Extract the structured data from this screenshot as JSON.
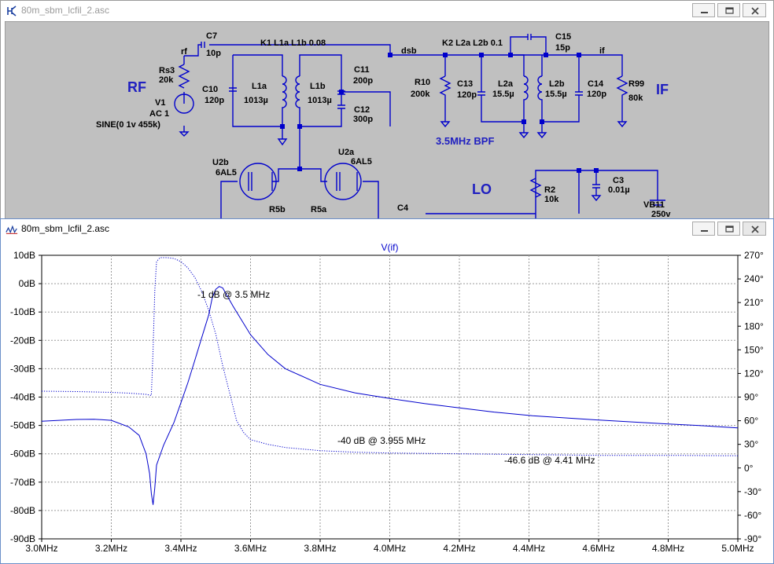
{
  "schematic_window": {
    "title": "80m_sbm_lcfil_2.asc",
    "minimize_icon": "minimize-icon",
    "restore_icon": "restore-icon",
    "close_icon": "close-icon",
    "labels": {
      "rf_big": "RF",
      "if_big": "IF",
      "lo_big": "LO",
      "bpf": "3.5MHz BPF",
      "k1": "K1 L1a L1b 0.08",
      "k2": "K2 L2a L2b 0.1",
      "net_rf": "rf",
      "net_dsb": "dsb",
      "net_if": "if",
      "c7_name": "C7",
      "c7_val": "10p",
      "rs3_name": "Rs3",
      "rs3_val": "20k",
      "v1_name": "V1",
      "v1_val": "AC 1",
      "v1_src": "SINE(0 1v 455k)",
      "c10_name": "C10",
      "c10_val": "120p",
      "l1a_name": "L1a",
      "l1a_val": "1013µ",
      "l1b_name": "L1b",
      "l1b_val": "1013µ",
      "c11_name": "C11",
      "c11_val": "200p",
      "c12_name": "C12",
      "c12_val": "300p",
      "r10_name": "R10",
      "r10_val": "200k",
      "c13_name": "C13",
      "c13_val": "120p",
      "l2a_name": "L2a",
      "l2a_val": "15.5µ",
      "l2b_name": "L2b",
      "l2b_val": "15.5µ",
      "c14_name": "C14",
      "c14_val": "120p",
      "c15_name": "C15",
      "c15_val": "15p",
      "r99_name": "R99",
      "r99_val": "80k",
      "u2b_name": "U2b",
      "u2b_val": "6AL5",
      "u2a_name": "U2a",
      "u2a_val": "6AL5",
      "r5b_name": "R5b",
      "r5a_name": "R5a",
      "c4_name": "C4",
      "r2_name": "R2",
      "r2_val": "10k",
      "c3_name": "C3",
      "c3_val": "0.01µ",
      "vb11_name": "VB11",
      "vb11_val": "250v"
    }
  },
  "plot_window": {
    "title": "80m_sbm_lcfil_2.asc",
    "trace_title": "V(if)",
    "annotations": [
      {
        "text": "-1 dB @ 3.5 MHz"
      },
      {
        "text": "-40 dB @ 3.955 MHz"
      },
      {
        "text": "-46.6 dB @ 4.41 MHz"
      }
    ]
  },
  "chart_data": {
    "type": "line",
    "title": "V(if)",
    "x_ticks": [
      "3.0MHz",
      "3.2MHz",
      "3.4MHz",
      "3.6MHz",
      "3.8MHz",
      "4.0MHz",
      "4.2MHz",
      "4.4MHz",
      "4.6MHz",
      "4.8MHz",
      "5.0MHz"
    ],
    "y_left_ticks": [
      "10dB",
      "0dB",
      "-10dB",
      "-20dB",
      "-30dB",
      "-40dB",
      "-50dB",
      "-60dB",
      "-70dB",
      "-80dB",
      "-90dB"
    ],
    "y_right_ticks": [
      "270°",
      "240°",
      "210°",
      "180°",
      "150°",
      "120°",
      "90°",
      "60°",
      "30°",
      "0°",
      "-30°",
      "-60°",
      "-90°"
    ],
    "xlim_mhz": [
      3.0,
      5.0
    ],
    "ylim_db": [
      -90,
      10
    ],
    "ylim_deg": [
      -90,
      270
    ],
    "grid": true,
    "series": [
      {
        "style": "solid",
        "color": "#0000cc",
        "x": [
          3.0,
          3.1,
          3.15,
          3.2,
          3.25,
          3.28,
          3.3,
          3.31,
          3.315,
          3.32,
          3.325,
          3.33,
          3.35,
          3.38,
          3.4,
          3.42,
          3.44,
          3.46,
          3.48,
          3.49,
          3.5,
          3.51,
          3.52,
          3.55,
          3.6,
          3.65,
          3.7,
          3.8,
          3.9,
          4.0,
          4.1,
          4.2,
          4.3,
          4.41,
          4.5,
          4.6,
          4.7,
          4.8,
          4.9,
          5.0
        ],
        "y": [
          -48.5,
          -47.9,
          -47.8,
          -48.2,
          -50.5,
          -53.5,
          -60,
          -67,
          -74,
          -78,
          -72,
          -64,
          -57,
          -49,
          -42,
          -35,
          -27,
          -19,
          -11,
          -5,
          -2.0,
          -1.0,
          -1.5,
          -8,
          -18,
          -25,
          -30,
          -35.5,
          -38.5,
          -40.5,
          -42.3,
          -43.8,
          -45.3,
          -46.6,
          -47.3,
          -48.1,
          -48.8,
          -49.5,
          -50.1,
          -50.9
        ]
      },
      {
        "style": "dotted",
        "color": "#0000cc",
        "axis": "phase",
        "x": [
          3.0,
          3.1,
          3.2,
          3.25,
          3.3,
          3.315,
          3.32,
          3.325,
          3.33,
          3.34,
          3.36,
          3.38,
          3.4,
          3.42,
          3.44,
          3.46,
          3.48,
          3.5,
          3.52,
          3.54,
          3.56,
          3.58,
          3.6,
          3.65,
          3.7,
          3.8,
          3.9,
          4.0,
          4.2,
          4.4,
          4.6,
          4.8,
          5.0
        ],
        "y": [
          97.5,
          97,
          96,
          95,
          93.5,
          92,
          150,
          225,
          262,
          267,
          267,
          266,
          262,
          254,
          242,
          224,
          200,
          170,
          130,
          95,
          60,
          45,
          36,
          30,
          26,
          22,
          20,
          19,
          18,
          17,
          16,
          16,
          15.5
        ]
      }
    ]
  }
}
